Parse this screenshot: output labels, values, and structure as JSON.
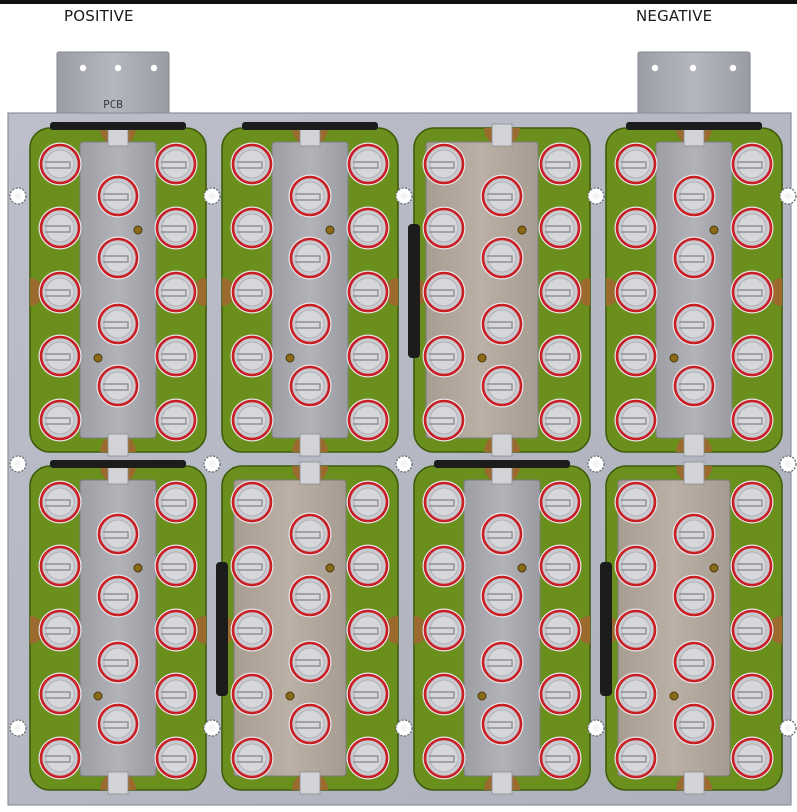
{
  "labels": {
    "positive": "POSITIVE",
    "negative": "NEGATIVE",
    "tab_marking": "PCB"
  },
  "colors": {
    "plate": "#b4b7c2",
    "plate_edge": "#8e919c",
    "pcb_green": "#6b8f1d",
    "pcb_edge": "#3f5c0c",
    "copper_pad": "#9a6a2e",
    "busbar_steel": "#a7a8ad",
    "busbar_bronze": "#b3a89e",
    "busbar_edge": "#7b7c80",
    "cell_red": "#c81e24",
    "cell_silver": "#c9cacf",
    "frame_dark": "#1c1c1c"
  },
  "grid": {
    "rows": 2,
    "columns": 4
  },
  "modules": [
    {
      "row": 0,
      "col": 0,
      "plate_type": "steel"
    },
    {
      "row": 0,
      "col": 1,
      "plate_type": "steel"
    },
    {
      "row": 0,
      "col": 2,
      "plate_type": "bronze"
    },
    {
      "row": 0,
      "col": 3,
      "plate_type": "steel"
    },
    {
      "row": 1,
      "col": 0,
      "plate_type": "steel"
    },
    {
      "row": 1,
      "col": 1,
      "plate_type": "bronze"
    },
    {
      "row": 1,
      "col": 2,
      "plate_type": "steel"
    },
    {
      "row": 1,
      "col": 3,
      "plate_type": "bronze"
    }
  ]
}
